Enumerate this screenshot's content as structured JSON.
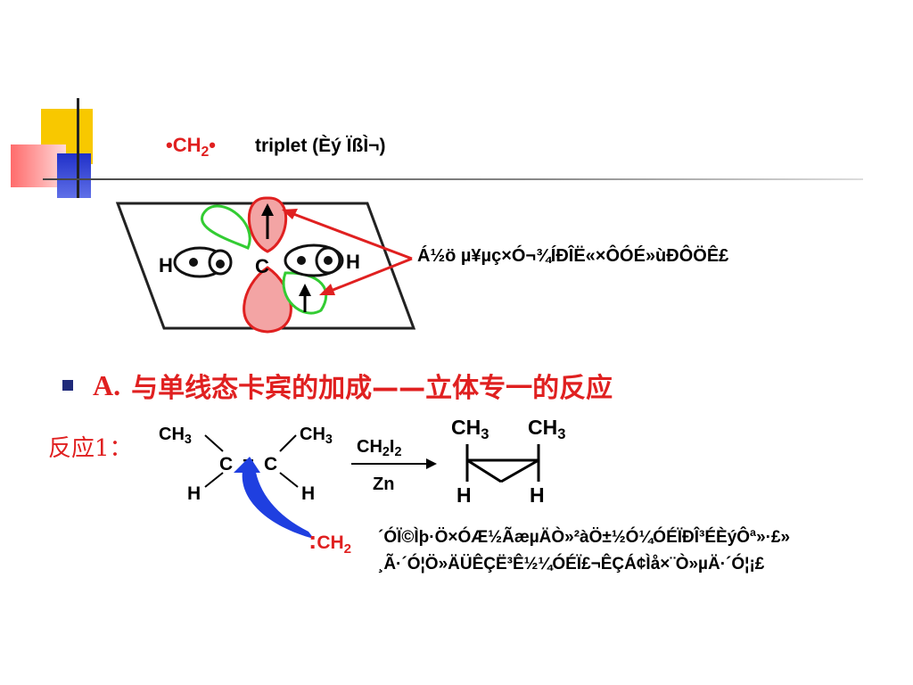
{
  "header": {
    "ch2": "CH",
    "ch2_sub": "2",
    "triplet": "triplet  (Èý ÏßÌ¬)"
  },
  "orbital_diagram": {
    "h_left": "H",
    "h_right": "H",
    "c_center": "C",
    "garbled_label": "Á½ö µ¥µç×Ó¬¾ÍÐÎË«×ÔÓÉ»ùÐÔÖÊ£"
  },
  "section": {
    "bullet_label": "A.",
    "heading": "与单线态卡宾的加成——立体专一的反应"
  },
  "reaction": {
    "label": "反应1：",
    "ch3": "CH",
    "sub3": "3",
    "carbon": "C",
    "double_bond": "=",
    "hydrogen": "H",
    "reagent_top": "CH",
    "reagent_sub2": "2",
    "reagent_i": "I",
    "reagent_bottom": "Zn",
    "carbene": "CH",
    "carbene_sub": "2",
    "garbled_line1": "´ÓÏ©Ìþ·Ö×ÓÆ½ÃæµÄÒ»²àÖ±½Ó¼ÓÉÏÐÎ³ÉÈýÔª»·£»",
    "garbled_line2": "¸Ã·´Ó¦Ö»ÄÜÊÇË³Ê½¼ÓÉÏ£¬ÊÇÁ¢Ìå×¨Ò»µÄ·´Ó¦¡£"
  },
  "colors": {
    "accent_red": "#e02020",
    "navy": "#1f2a7a",
    "yellow": "#f8c800",
    "blue": "#3040d0",
    "lobe_pink": "#f3a4a4",
    "lobe_green": "#33cc33",
    "arrow_blue": "#1f3fe0"
  }
}
